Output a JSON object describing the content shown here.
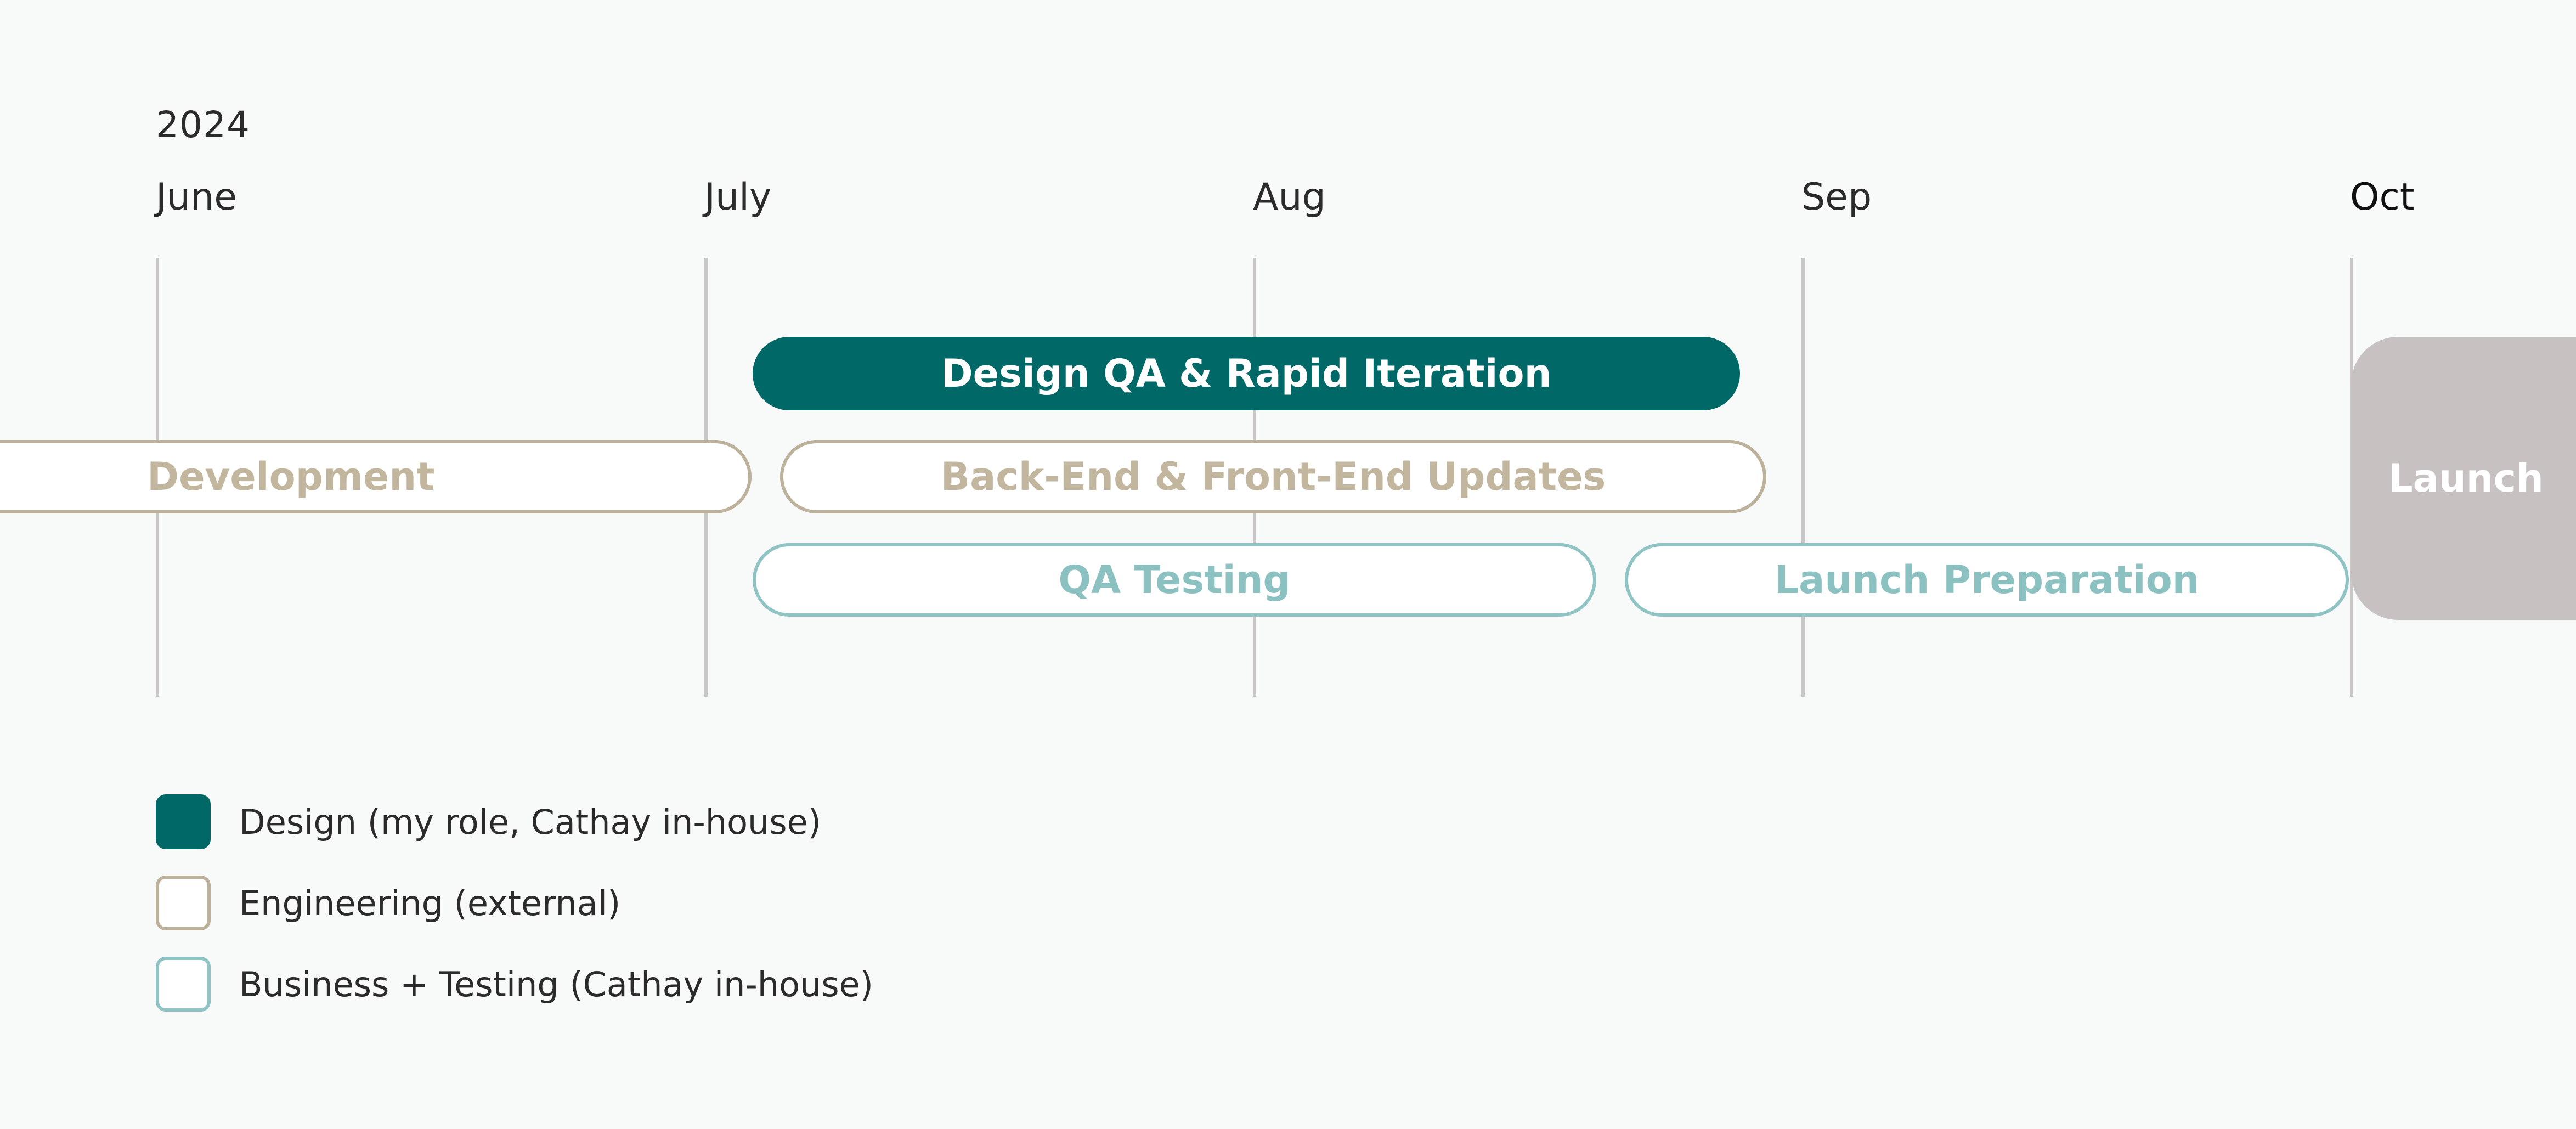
{
  "timeline": {
    "year": "2024",
    "months": [
      "June",
      "July",
      "Aug",
      "Sep",
      "Oct"
    ]
  },
  "bars": {
    "design": "Design QA & Rapid Iteration",
    "development": "Development",
    "backend_frontend": "Back-End & Front-End Updates",
    "qa_testing": "QA Testing",
    "launch_prep": "Launch Preparation",
    "launch": "Launch"
  },
  "legend": {
    "items": [
      {
        "label": "Design (my role, Cathay in-house)",
        "color": "#006866"
      },
      {
        "label": "Engineering (external)",
        "color": "#bcb19a"
      },
      {
        "label": "Business + Testing (Cathay in-house)",
        "color": "#8fc3c4"
      }
    ]
  },
  "colors": {
    "design": "#006866",
    "engineering": "#bcb19a",
    "business_testing": "#8fc3c4",
    "launch": "#c8c1c2",
    "background": "#f8f9f9"
  }
}
